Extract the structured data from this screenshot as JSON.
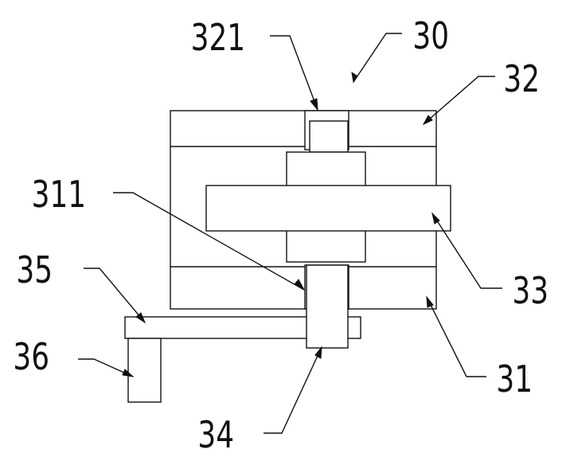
{
  "labels": {
    "l30": "30",
    "l321": "321",
    "l32": "32",
    "l311": "311",
    "l33": "33",
    "l35": "35",
    "l36": "36",
    "l31": "31",
    "l34": "34"
  },
  "colors": {
    "line": "#111111",
    "background": "#ffffff"
  }
}
